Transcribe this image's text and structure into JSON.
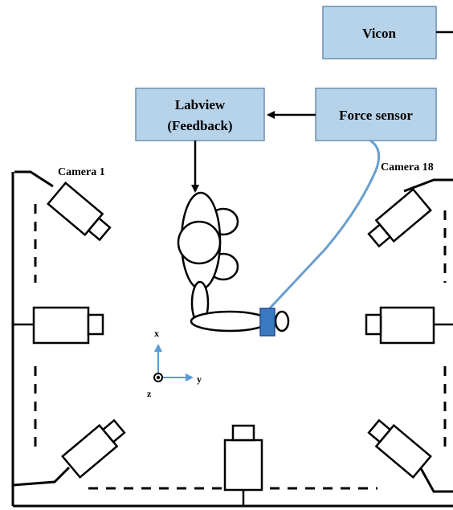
{
  "boxes": {
    "vicon": "Vicon",
    "labview_line1": "Labview",
    "labview_line2": "(Feedback)",
    "force_sensor": "Force sensor"
  },
  "cameras": {
    "camera1": "Camera 1",
    "camera18": "Camera 18"
  },
  "axes": {
    "x": "x",
    "y": "y",
    "z": "z"
  },
  "colors": {
    "box_fill": "#b7d3ea",
    "box_stroke": "#6a8fb0",
    "cable": "#6a9fcf",
    "sensor": "#3a78c0",
    "axis_arrow": "#5b9bd5"
  }
}
